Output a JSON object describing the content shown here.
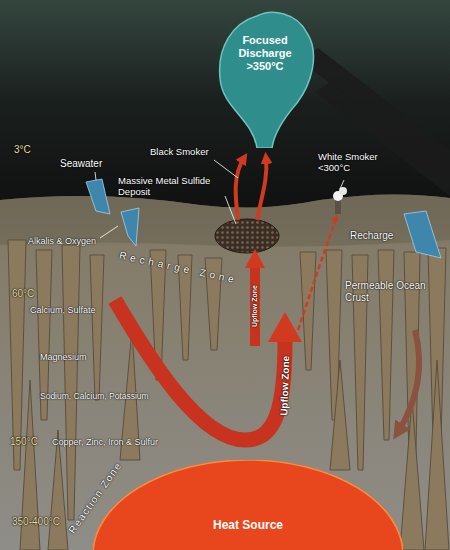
{
  "diagram": {
    "nodes": [
      {
        "text": [
          "Focused Discharge >350°C"
        ]
      },
      {
        "text": [
          "Heat Source"
        ]
      }
    ],
    "labels": [
      "3°C",
      "Seawater",
      "Black Smoker",
      "Massive Metal Sulfide Deposit",
      "White Smoker <300°C",
      "Recharge",
      "Alkalis & Oxygen",
      "Permeable Ocean Crust",
      "60°C",
      "Recharge Zone",
      "Calcium, Sulfate",
      "Upflow Zone",
      "Magnesium",
      "Upflow Zone",
      "150°C",
      "Sodium, Calcium, Potassium",
      "Copper, Zinc, Iron & Sulfur",
      "Reaction Zone",
      "350-400°C"
    ]
  }
}
